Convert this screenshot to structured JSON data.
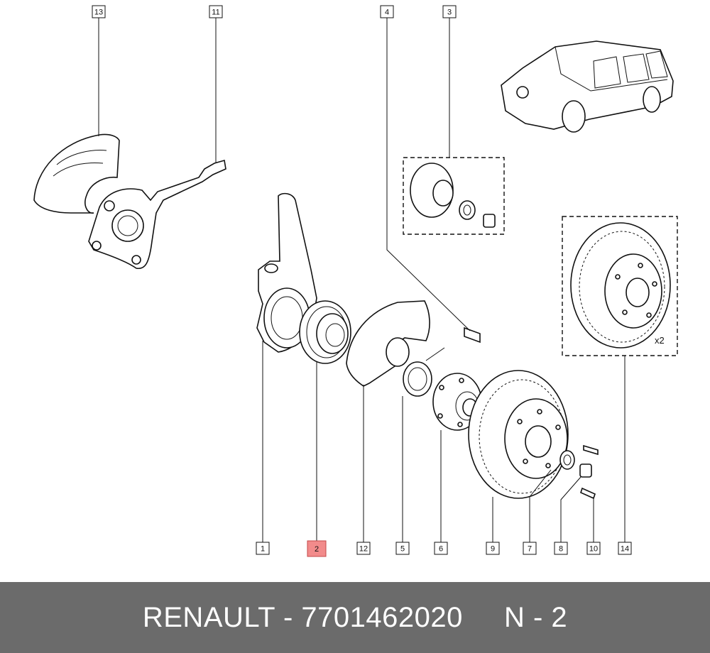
{
  "callouts": [
    {
      "id": "13",
      "label": "13",
      "highlighted": false
    },
    {
      "id": "11",
      "label": "11",
      "highlighted": false
    },
    {
      "id": "4",
      "label": "4",
      "highlighted": false
    },
    {
      "id": "3",
      "label": "3",
      "highlighted": false
    },
    {
      "id": "1",
      "label": "1",
      "highlighted": false
    },
    {
      "id": "2",
      "label": "2",
      "highlighted": true
    },
    {
      "id": "12",
      "label": "12",
      "highlighted": false
    },
    {
      "id": "5",
      "label": "5",
      "highlighted": false
    },
    {
      "id": "6",
      "label": "6",
      "highlighted": false
    },
    {
      "id": "9",
      "label": "9",
      "highlighted": false
    },
    {
      "id": "7",
      "label": "7",
      "highlighted": false
    },
    {
      "id": "8",
      "label": "8",
      "highlighted": false
    },
    {
      "id": "10",
      "label": "10",
      "highlighted": false
    },
    {
      "id": "14",
      "label": "14",
      "highlighted": false
    }
  ],
  "quantity_note": "x2",
  "footer": {
    "text": "RENAULT - 7701462020     N - 2"
  },
  "colors": {
    "footer_bg": "#6b6b6b",
    "highlight": "#f28b8b",
    "line": "#111111"
  }
}
